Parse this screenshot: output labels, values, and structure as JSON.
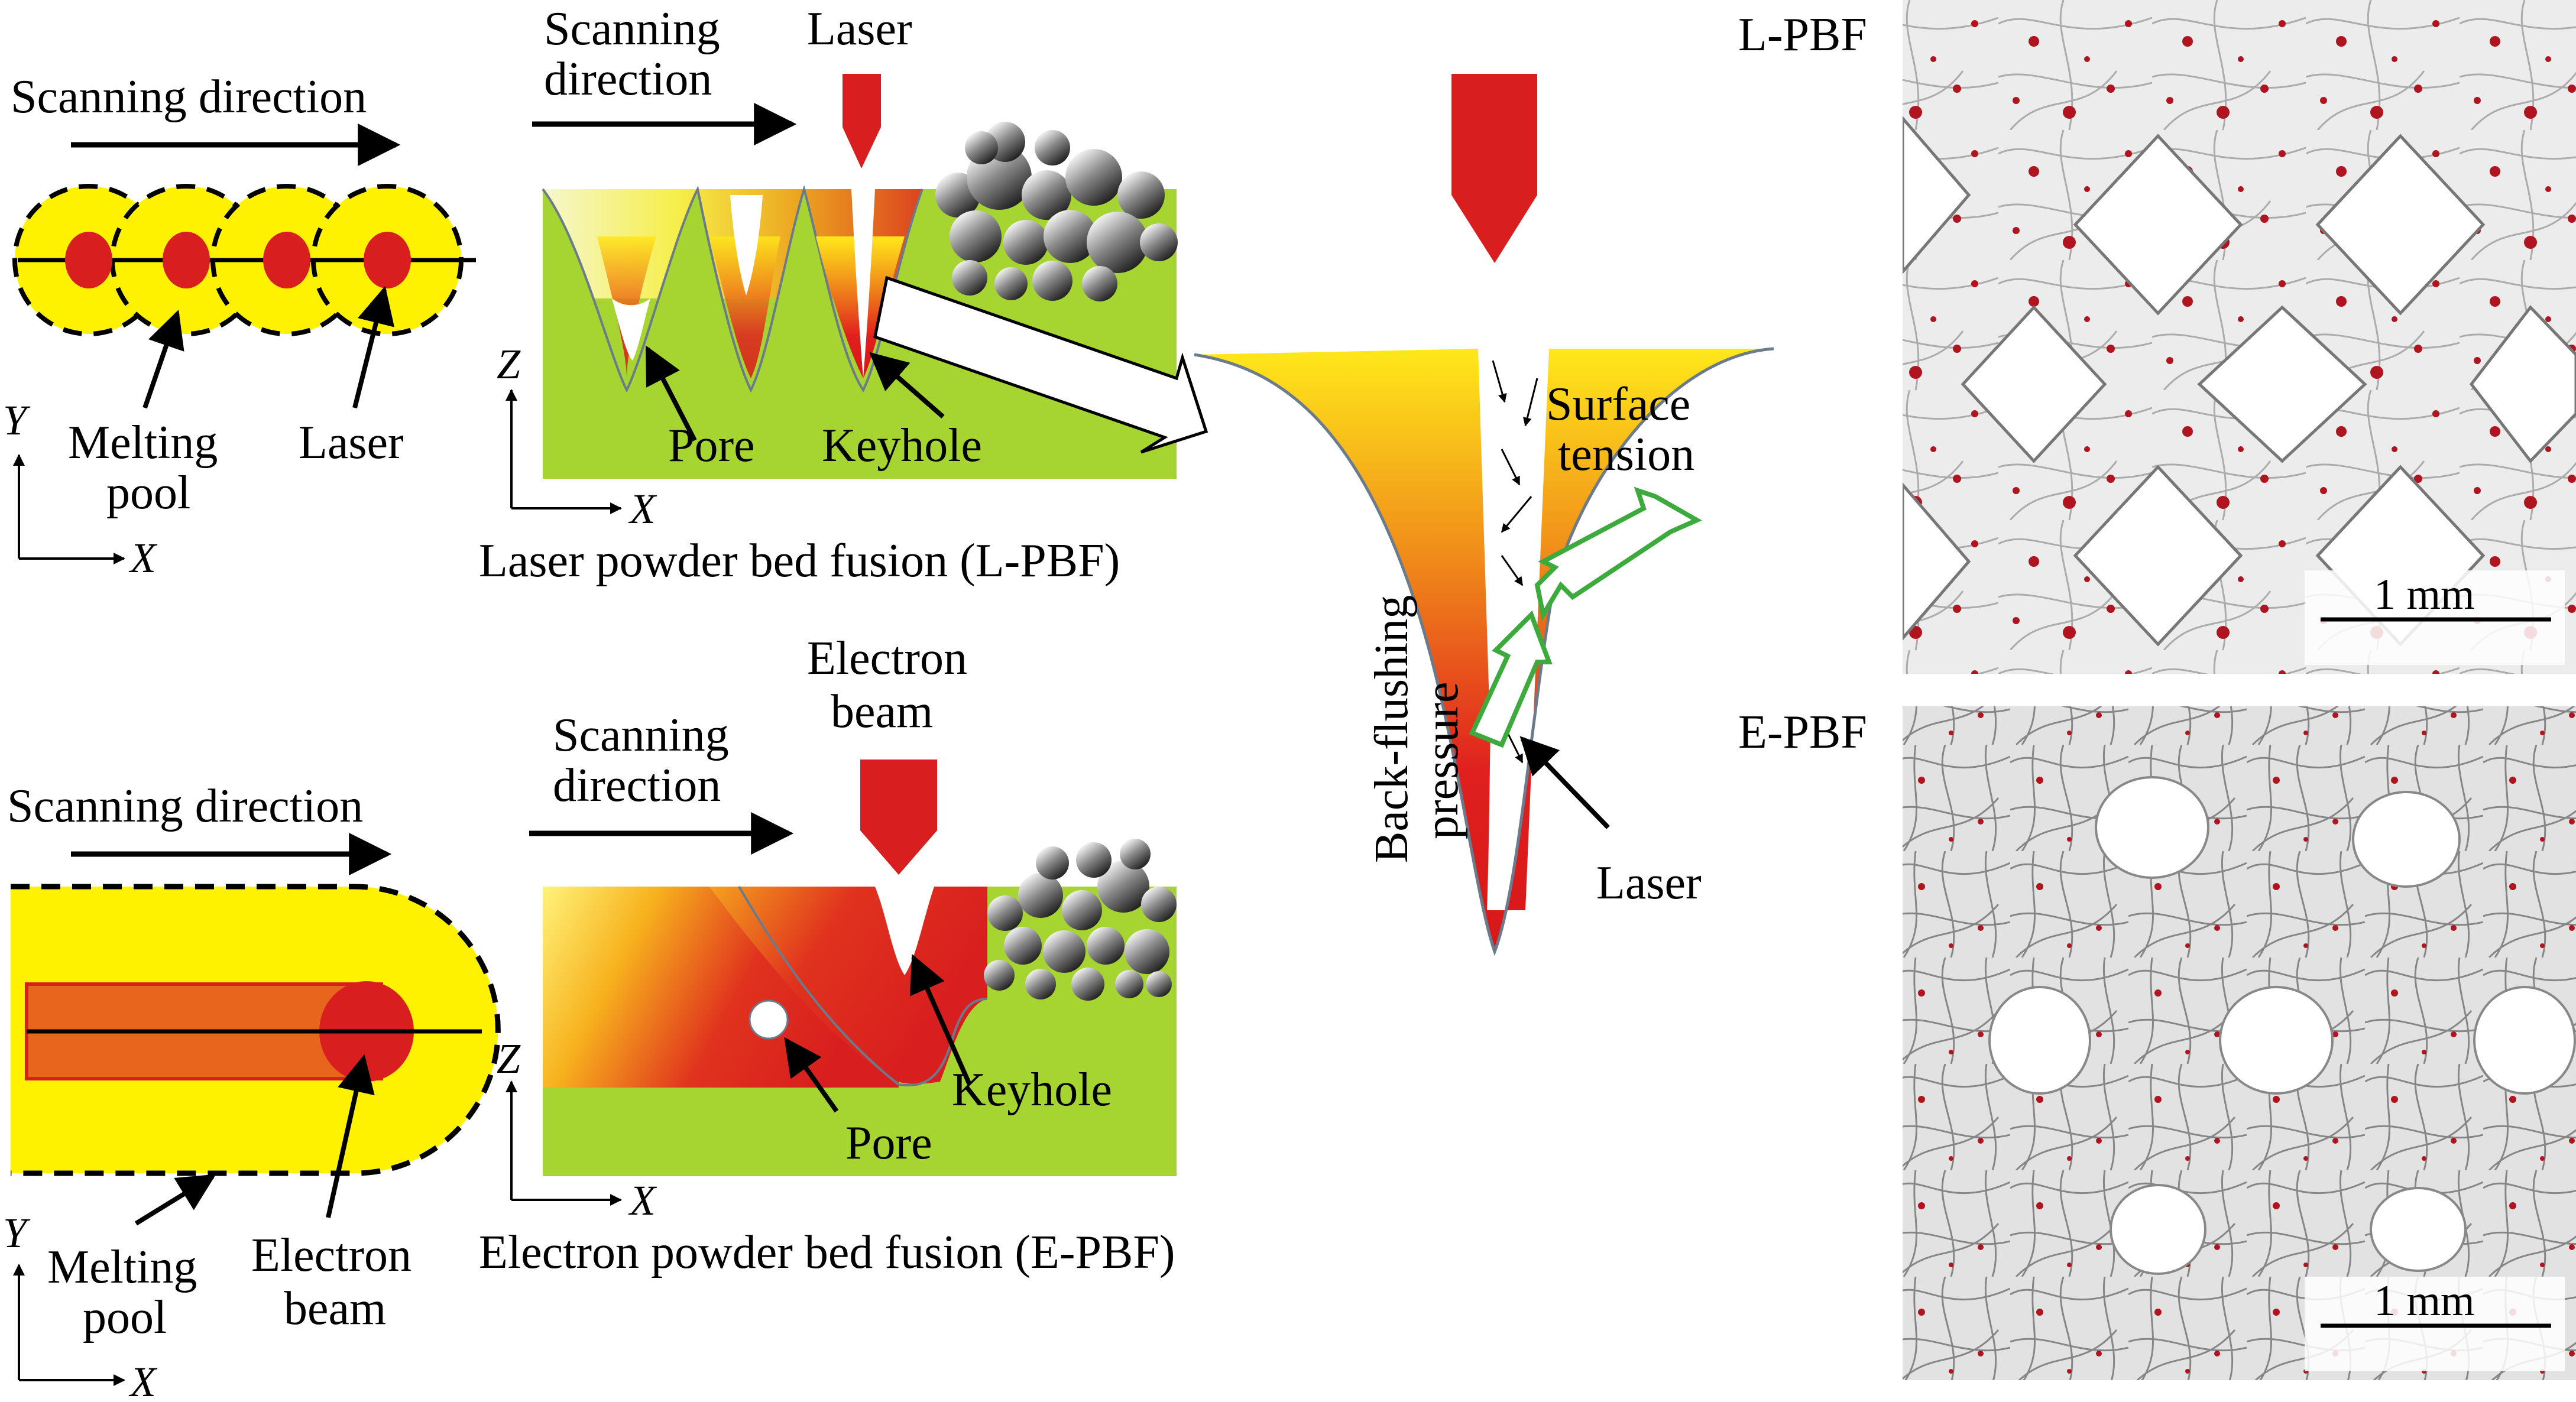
{
  "colors": {
    "pool_yellow": "#fff200",
    "laser_red": "#d81e1e",
    "substrate_green": "#a6d531",
    "pore_red": "#b0141e",
    "beam_orange": "#e8651e",
    "arrow_green": "#3caa3c"
  },
  "lpbf_top": {
    "scan_direction": "Scanning direction",
    "melting_pool": [
      "Melting",
      "pool"
    ],
    "laser": "Laser",
    "axis_y": "Y",
    "axis_x": "X"
  },
  "lpbf_section": {
    "scan_direction": [
      "Scanning",
      "direction"
    ],
    "laser": "Laser",
    "pore": "Pore",
    "keyhole": "Keyhole",
    "axis_z": "Z",
    "axis_x": "X",
    "caption": "Laser powder bed fusion (L-PBF)"
  },
  "keyhole_detail": {
    "surface_tension": [
      "Surface",
      "tension"
    ],
    "back_flushing": [
      "Back-flushing",
      "pressure"
    ],
    "laser": "Laser"
  },
  "epbf_top": {
    "scan_direction": "Scanning direction",
    "melting_pool": [
      "Melting",
      "pool"
    ],
    "electron_beam": [
      "Electron",
      "beam"
    ],
    "axis_y": "Y",
    "axis_x": "X"
  },
  "epbf_section": {
    "electron_beam": [
      "Electron",
      "beam"
    ],
    "scan_direction": [
      "Scanning",
      "direction"
    ],
    "keyhole": "Keyhole",
    "pore": "Pore",
    "axis_z": "Z",
    "axis_x": "X",
    "caption": "Electron powder bed fusion (E-PBF)"
  },
  "ct_images": {
    "lpbf_label": "L-PBF",
    "epbf_label": "E-PBF",
    "scale_bar": "1 mm"
  }
}
